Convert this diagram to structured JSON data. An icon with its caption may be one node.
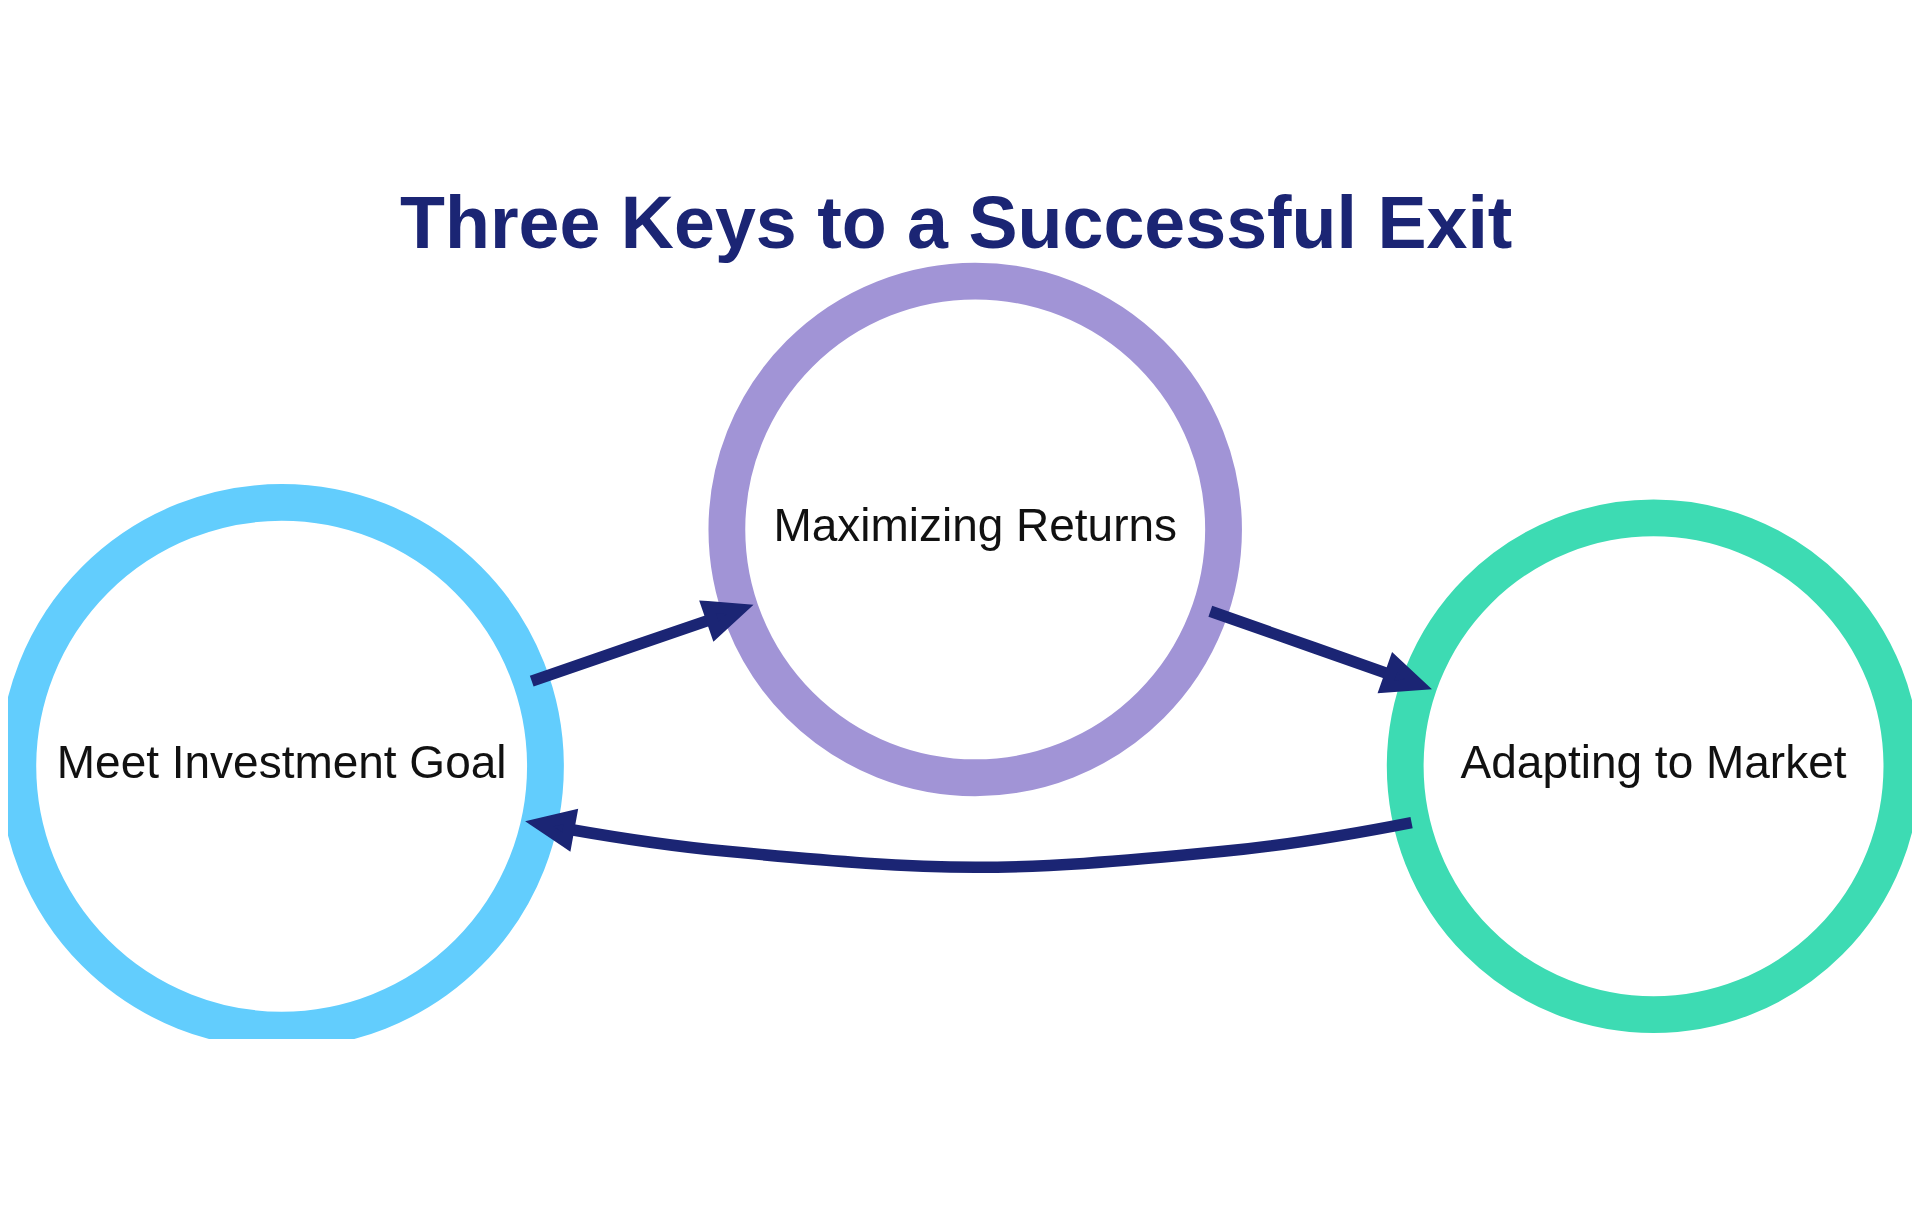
{
  "diagram": {
    "title": "Three Keys to a Successful Exit",
    "nodes": [
      {
        "text": [
          "Maximizing Returns"
        ]
      },
      {
        "text": [
          "Meet Investment Goal"
        ]
      },
      {
        "text": [
          "Adapting to Market"
        ]
      }
    ],
    "edges": [
      {
        "from": 0,
        "to": 2,
        "arrow": "to"
      },
      {
        "from": 2,
        "to": 1,
        "arrow": "to"
      },
      {
        "from": 1,
        "to": 0,
        "arrow": "to"
      }
    ]
  }
}
